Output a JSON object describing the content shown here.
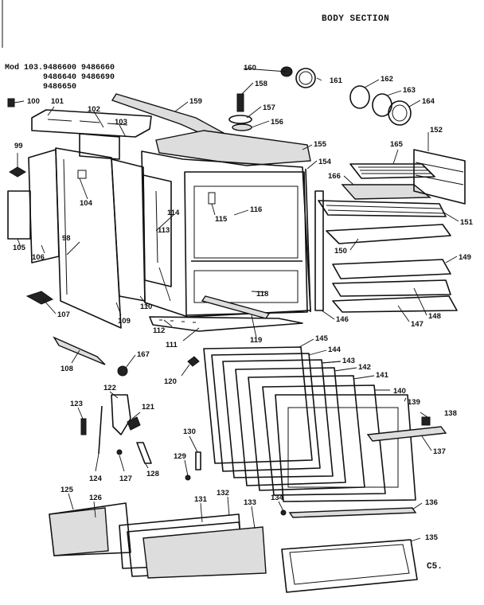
{
  "header": {
    "title": "BODY SECTION"
  },
  "model": {
    "prefix": "Mod 103.",
    "numbers": [
      "9486600",
      "9486660",
      "9486640",
      "9486690",
      "9486650"
    ]
  },
  "corner_code": "C5.",
  "part_numbers": [
    "98",
    "99",
    "100",
    "101",
    "102",
    "103",
    "104",
    "105",
    "106",
    "107",
    "108",
    "109",
    "110",
    "111",
    "112",
    "113",
    "114",
    "115",
    "116",
    "118",
    "119",
    "120",
    "121",
    "122",
    "123",
    "124",
    "125",
    "126",
    "127",
    "128",
    "129",
    "130",
    "131",
    "132",
    "133",
    "134",
    "135",
    "136",
    "137",
    "138",
    "139",
    "140",
    "141",
    "142",
    "143",
    "144",
    "145",
    "146",
    "147",
    "148",
    "149",
    "150",
    "151",
    "152",
    "154",
    "155",
    "156",
    "157",
    "158",
    "159",
    "160",
    "161",
    "162",
    "163",
    "164",
    "165",
    "166",
    "167"
  ]
}
